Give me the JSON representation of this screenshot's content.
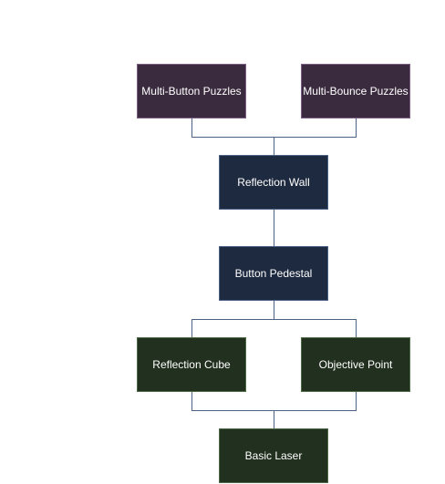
{
  "diagram": {
    "nodes": {
      "multi_button": "Multi-Button Puzzles",
      "multi_bounce": "Multi-Bounce Puzzles",
      "reflection_wall": "Reflection Wall",
      "button_pedestal": "Button Pedestal",
      "reflection_cube": "Reflection Cube",
      "objective_point": "Objective Point",
      "basic_laser": "Basic Laser"
    },
    "colors": {
      "tier_top_fill": "#3a2b3e",
      "tier_middle_fill": "#1e2a3f",
      "tier_bottom_fill": "#22301f",
      "connector": "#4a6283"
    }
  }
}
